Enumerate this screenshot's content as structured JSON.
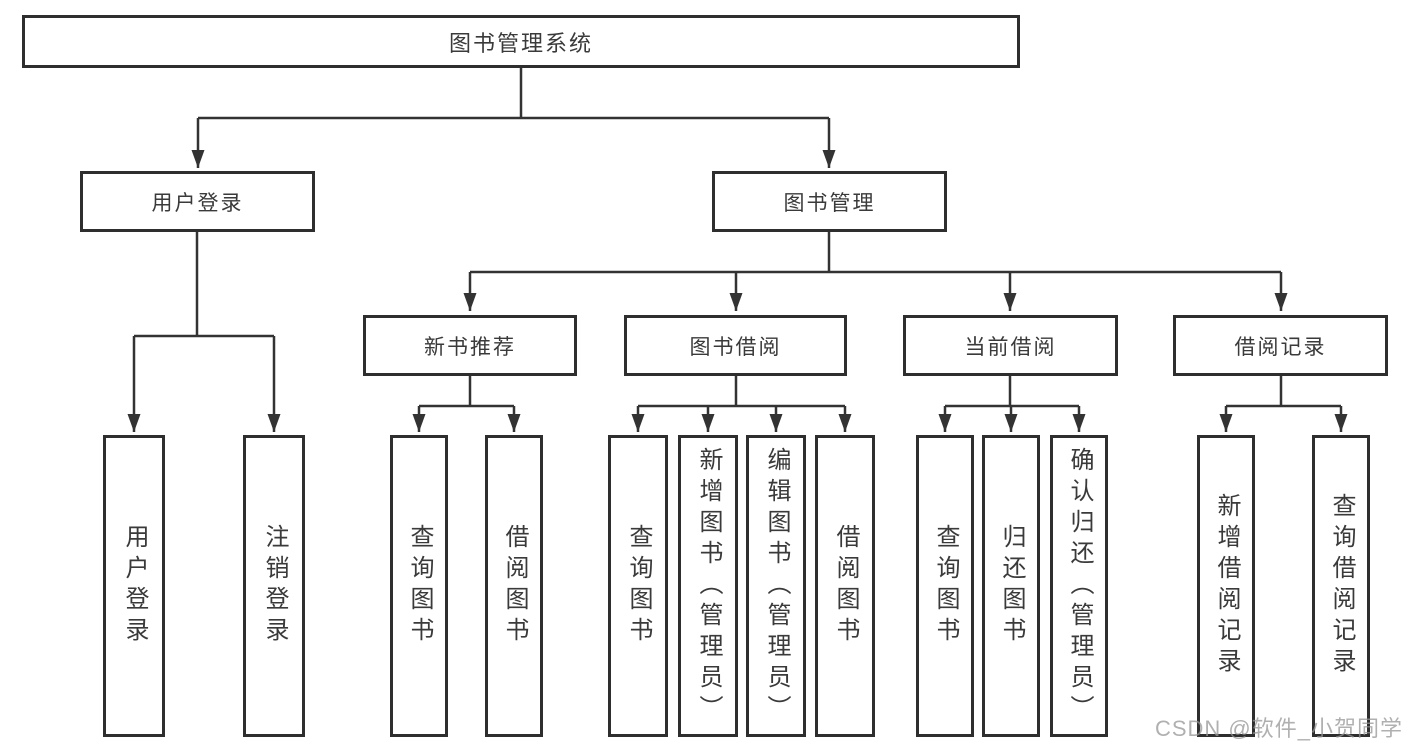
{
  "nodes": {
    "root": {
      "label": "图书管理系统"
    },
    "level2": [
      {
        "label": "用户登录"
      },
      {
        "label": "图书管理"
      }
    ],
    "level3": [
      {
        "label": "新书推荐"
      },
      {
        "label": "图书借阅"
      },
      {
        "label": "当前借阅"
      },
      {
        "label": "借阅记录"
      }
    ],
    "leaves": [
      {
        "label": "用户登录"
      },
      {
        "label": "注销登录"
      },
      {
        "label": "查询图书"
      },
      {
        "label": "借阅图书"
      },
      {
        "label": "查询图书"
      },
      {
        "label": "新增图书（管理员）"
      },
      {
        "label": "编辑图书（管理员）"
      },
      {
        "label": "借阅图书"
      },
      {
        "label": "查询图书"
      },
      {
        "label": "归还图书"
      },
      {
        "label": "确认归还（管理员）"
      },
      {
        "label": "新增借阅记录"
      },
      {
        "label": "查询借阅记录"
      }
    ]
  },
  "watermark": "CSDN @软件_小贺同学",
  "colors": {
    "line": "#333333",
    "box_border": "#2e2e2e",
    "text": "#3a3a3a",
    "watermark": "#969696",
    "background": "#ffffff"
  }
}
